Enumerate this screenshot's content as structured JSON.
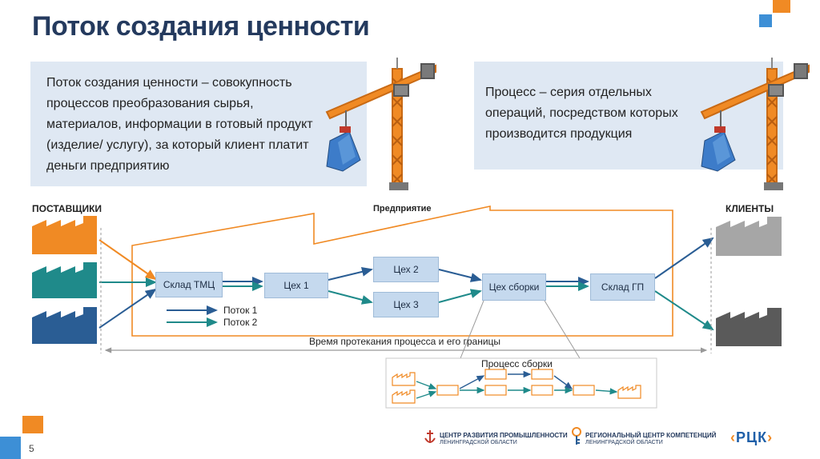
{
  "slide": {
    "title": "Поток создания ценности",
    "page_number": "5"
  },
  "definitions": {
    "value_stream": "Поток создания ценности – совокупность процессов преобразования сырья, материалов, информации в готовый продукт (изделие/ услугу), за который клиент платит деньги предприятию",
    "process": "Процесс – серия отдельных операций, посредством которых производится продукция"
  },
  "diagram": {
    "suppliers_label": "ПОСТАВЩИКИ",
    "enterprise_label": "Предприятие",
    "clients_label": "КЛИЕНТЫ",
    "stages": {
      "warehouse_tmc": "Склад ТМЦ",
      "shop_1": "Цех 1",
      "shop_2": "Цех 2",
      "shop_3": "Цех 3",
      "assembly_shop": "Цех сборки",
      "warehouse_gp": "Склад ГП"
    },
    "legend": {
      "flow_1": "Поток 1",
      "flow_2": "Поток 2"
    },
    "timeline_label": "Время протекания процесса и его границы",
    "assembly_process_label": "Процесс сборки"
  },
  "colors": {
    "title": "#243a5e",
    "box_fill": "#dfe8f3",
    "accent_orange": "#f08a24",
    "supplier_orange": "#f08a24",
    "supplier_teal": "#1f8a8a",
    "supplier_navy": "#2a5d94",
    "flow_1": "#2a5d94",
    "flow_2": "#1f8a8a",
    "client_light": "#a6a6a6",
    "client_dark": "#5a5a5a"
  },
  "icons": {
    "crane": "tower-crane-icon",
    "factory": "factory-icon"
  },
  "footer": {
    "logo_1_line_1": "ЦЕНТР РАЗВИТИЯ ПРОМЫШЛЕННОСТИ",
    "logo_1_line_2": "ЛЕНИНГРАДСКОЙ ОБЛАСТИ",
    "logo_2_line_1": "РЕГИОНАЛЬНЫЙ ЦЕНТР КОМПЕТЕНЦИЙ",
    "logo_2_line_2": "ЛЕНИНГРАДСКОЙ ОБЛАСТИ",
    "logo_3": "РЦК"
  }
}
